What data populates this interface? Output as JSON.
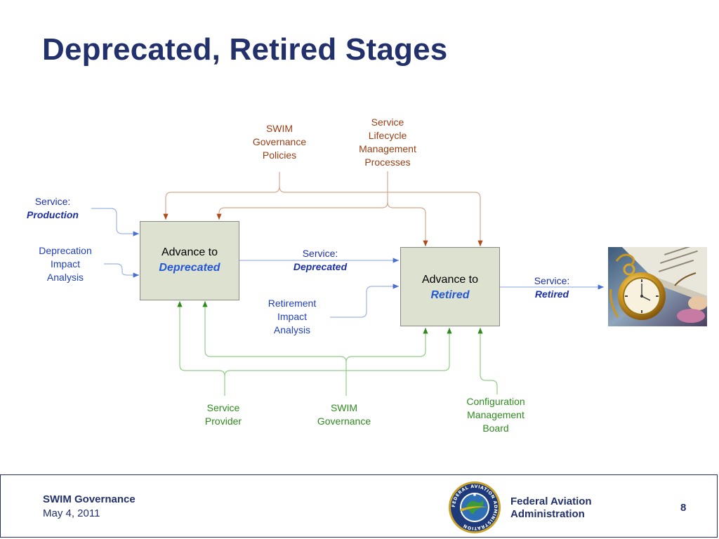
{
  "slide": {
    "title": "Deprecated, Retired Stages"
  },
  "diagram": {
    "inputs": {
      "production": {
        "line1": "Service:",
        "line2": "Production"
      },
      "deprecation_impact": {
        "line1": "Deprecation",
        "line2": "Impact",
        "line3": "Analysis"
      },
      "retirement_impact": {
        "line1": "Retirement",
        "line2": "Impact",
        "line3": "Analysis"
      }
    },
    "controls": {
      "policies": {
        "line1": "SWIM",
        "line2": "Governance",
        "line3": "Policies"
      },
      "lifecycle": {
        "line1": "Service",
        "line2": "Lifecycle",
        "line3": "Management",
        "line4": "Processes"
      }
    },
    "mechanisms": {
      "provider": {
        "line1": "Service",
        "line2": "Provider"
      },
      "governance": {
        "line1": "SWIM",
        "line2": "Governance"
      },
      "ccb": {
        "line1": "Configuration",
        "line2": "Management",
        "line3": "Board"
      }
    },
    "processes": {
      "deprecated": {
        "line1": "Advance to",
        "line2": "Deprecated"
      },
      "retired": {
        "line1": "Advance to",
        "line2": "Retired"
      }
    },
    "outputs": {
      "deprecated": {
        "line1": "Service:",
        "line2": "Deprecated"
      },
      "retired": {
        "line1": "Service:",
        "line2": "Retired"
      }
    },
    "colors": {
      "input": "#1f3fbf",
      "control": "#9a3d12",
      "mechanism": "#2e8b1e",
      "box_fill": "#dde1cf"
    }
  },
  "footer": {
    "left_title": "SWIM Governance",
    "left_date": "May 4, 2011",
    "agency_line1": "Federal Aviation",
    "agency_line2": "Administration",
    "page_number": "8",
    "seal_text": "FEDERAL AVIATION ADMINISTRATION"
  }
}
